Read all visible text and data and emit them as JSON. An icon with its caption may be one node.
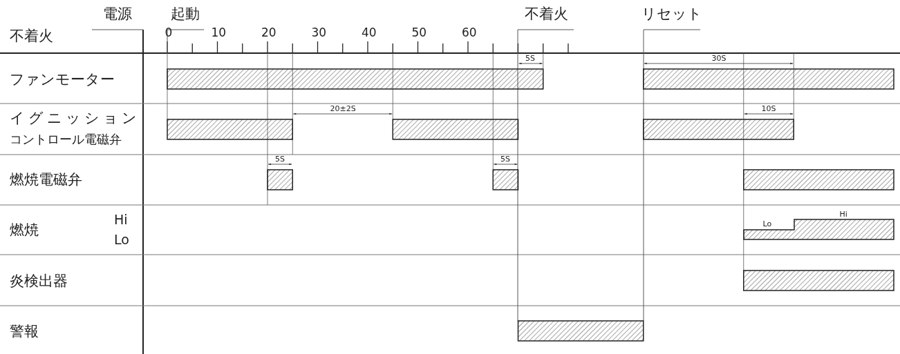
{
  "diagram": {
    "labels": [
      "電源",
      "起動",
      "不着火",
      "リセット",
      "不着火",
      "0",
      "10",
      "20",
      "30",
      "40",
      "50",
      "60",
      "5S",
      "30S",
      "ファンモーター",
      "イグニッション",
      "コントロール電磁弁",
      "20±2S",
      "10S",
      "5S",
      "5S",
      "燃焼電磁弁",
      "燃焼",
      "Hi",
      "Lo",
      "Lo",
      "Hi",
      "炎検出器",
      "警報"
    ]
  }
}
